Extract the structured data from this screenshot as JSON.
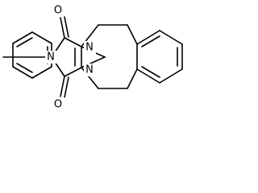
{
  "structure": {
    "atoms": {
      "o_top": "O",
      "o_bottom": "O",
      "n_imide": "N",
      "n_bridge_top": "N",
      "n_bridge_bottom": "N"
    }
  },
  "colors": {
    "line": "#000000",
    "background": "#ffffff"
  }
}
